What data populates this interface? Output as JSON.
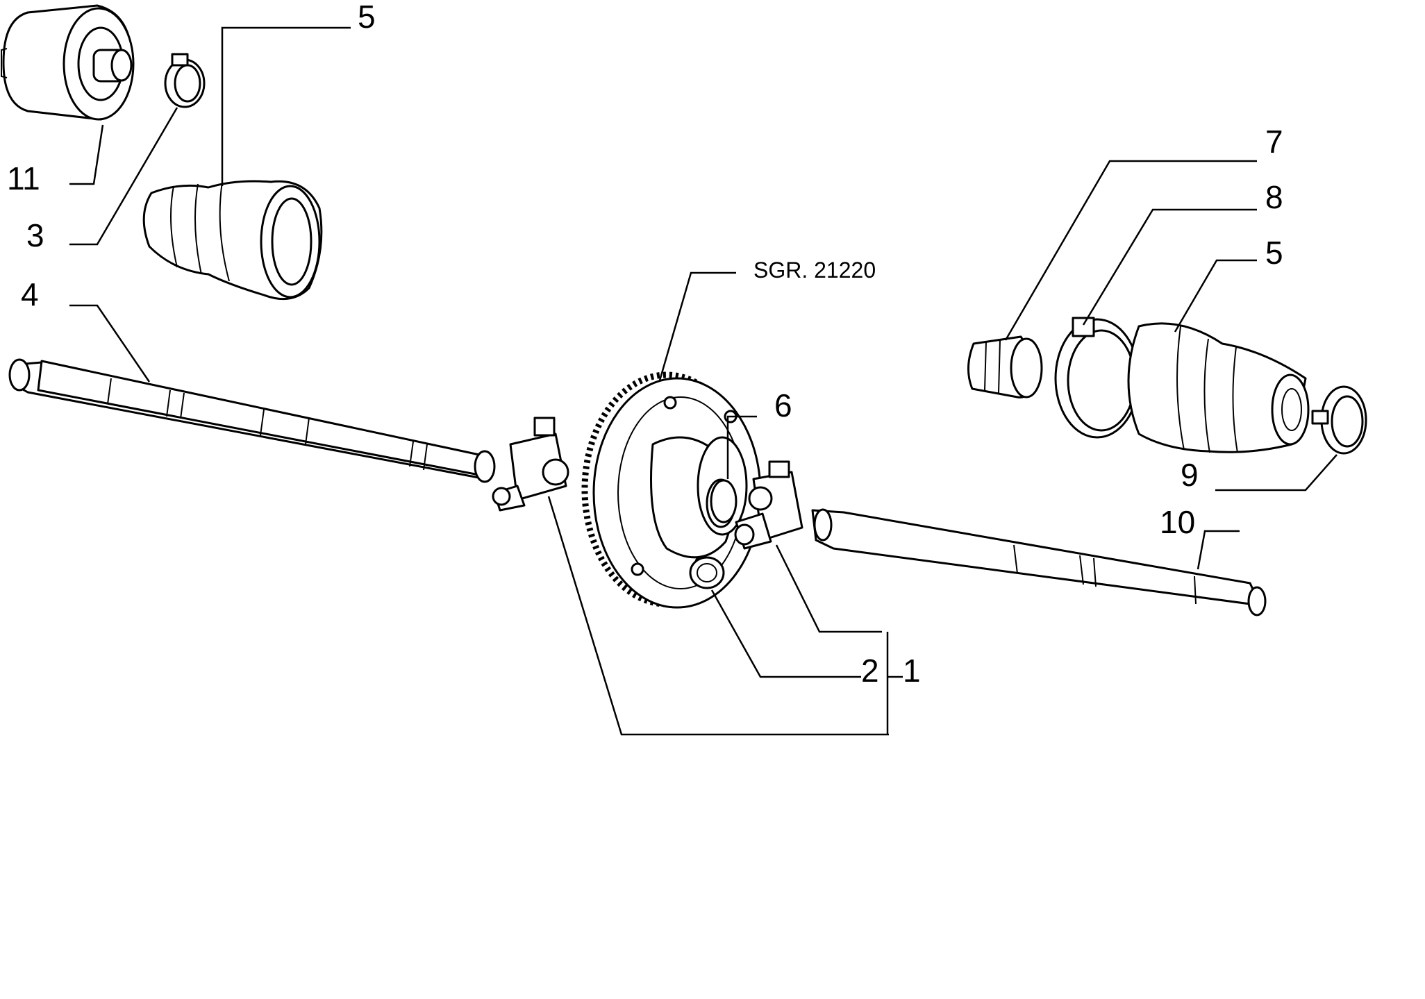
{
  "reference": "SGR. 21220",
  "callouts": {
    "c11": "11",
    "c3": "3",
    "c5_left": "5",
    "c4": "4",
    "c7": "7",
    "c8": "8",
    "c5_right": "5",
    "c6": "6",
    "c9": "9",
    "c10": "10",
    "c2": "2",
    "c1": "1"
  },
  "colors": {
    "line": "#000000",
    "background": "#ffffff"
  }
}
